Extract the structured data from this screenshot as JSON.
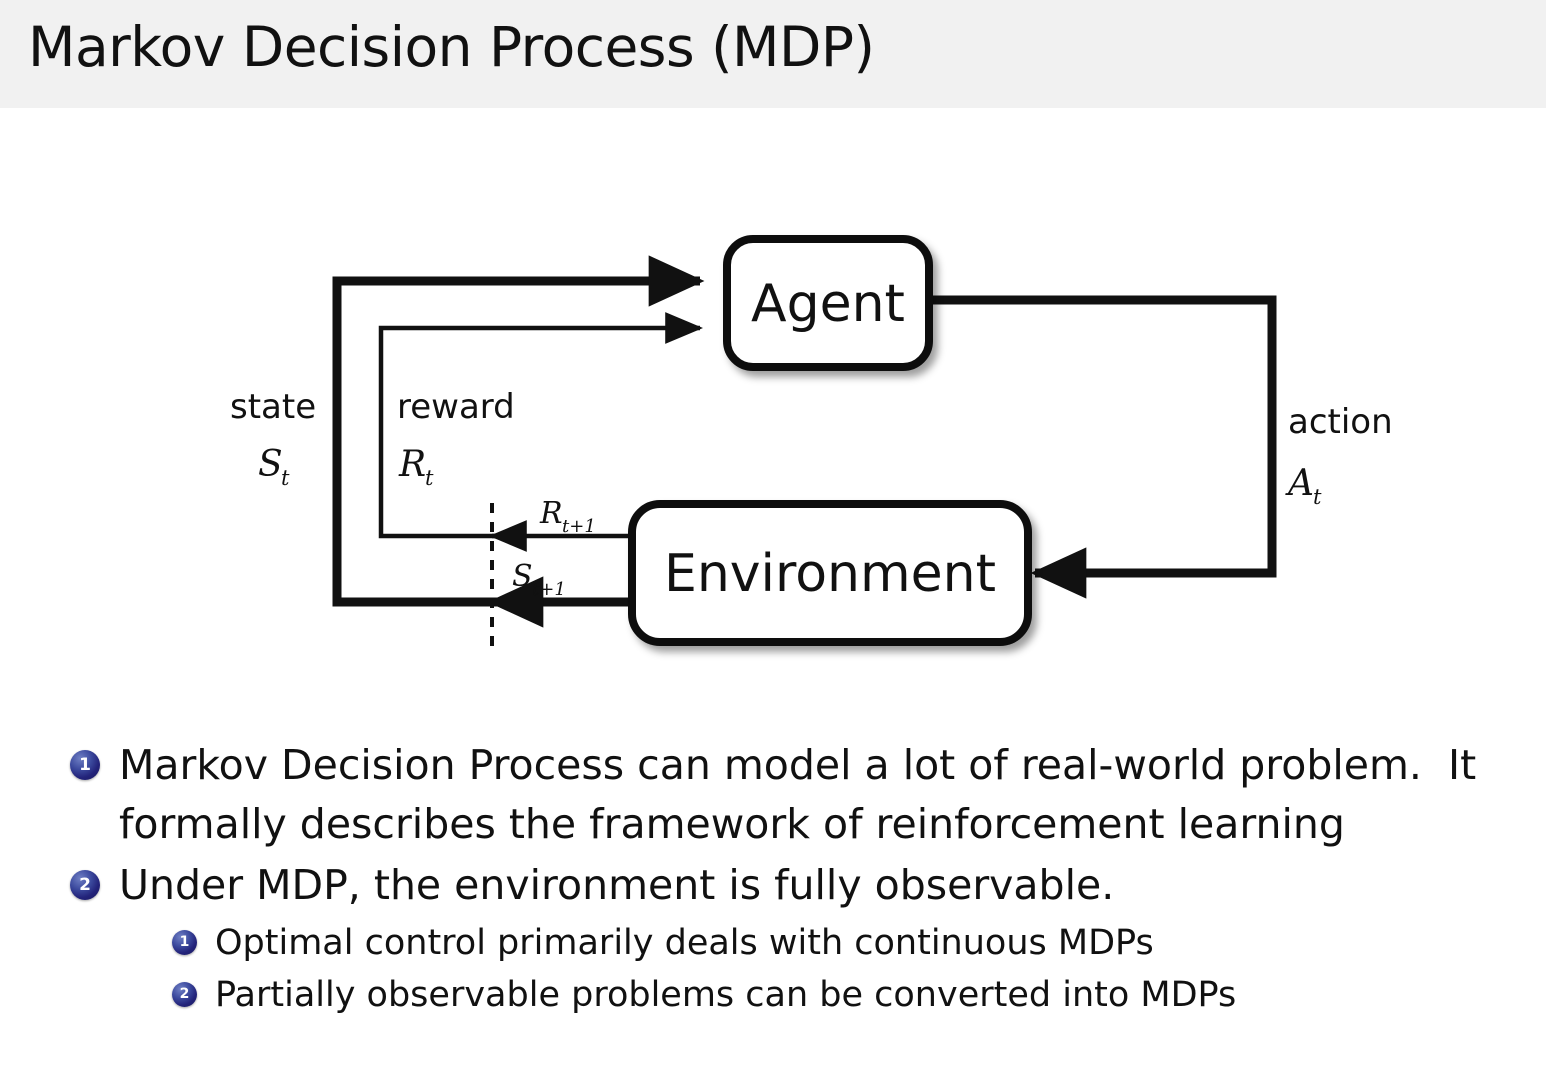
{
  "slide": {
    "title": "Markov Decision Process (MDP)",
    "header_bg": "#f1f1f1",
    "page_bg": "#ffffff",
    "text_color": "#111111",
    "bullet_badge_color": "#23237a"
  },
  "diagram": {
    "name": "agent-environment-interaction-loop",
    "nodes": {
      "agent": "Agent",
      "environment": "Environment"
    },
    "edges": {
      "state_word": "state",
      "state_symbol": "S",
      "state_subscript": "t",
      "reward_word": "reward",
      "reward_symbol": "R",
      "reward_subscript": "t",
      "action_word": "action",
      "action_symbol": "A",
      "action_subscript": "t",
      "next_reward_symbol": "R",
      "next_reward_subscript": "t+1",
      "next_state_symbol": "S",
      "next_state_subscript": "t+1"
    }
  },
  "bullets": [
    {
      "level": 1,
      "number": "1",
      "text": "Markov Decision Process can model a lot of real-world problem.  It\nformally describes the framework of reinforcement learning"
    },
    {
      "level": 1,
      "number": "2",
      "text": "Under MDP, the environment is fully observable."
    },
    {
      "level": 2,
      "number": "1",
      "text": "Optimal control primarily deals with continuous MDPs"
    },
    {
      "level": 2,
      "number": "2",
      "text": "Partially observable problems can be converted into MDPs"
    }
  ]
}
